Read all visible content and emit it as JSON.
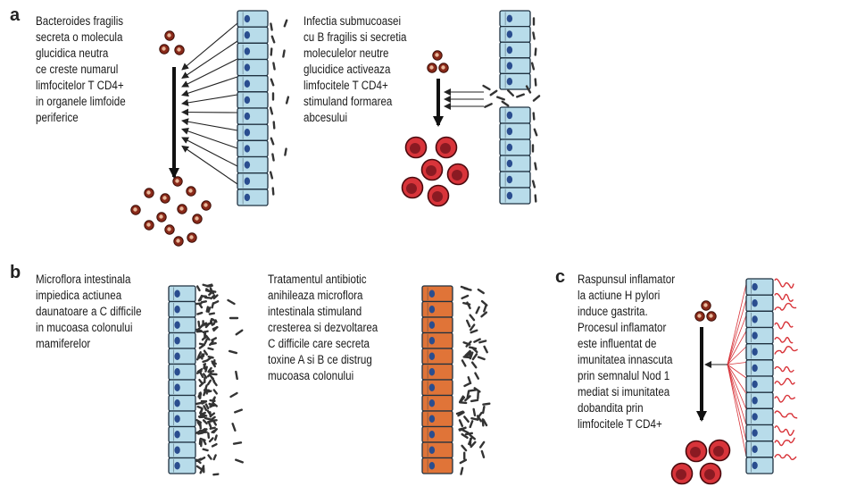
{
  "panels": {
    "a": {
      "label": "a",
      "left_text": [
        "Bacteroides fragilis",
        "secreta o molecula",
        "glucidica neutra",
        "ce creste numarul",
        "limfocitelor T CD4+",
        "in organele limfoide",
        "periferice"
      ],
      "right_text": [
        "Infectia submucoasei",
        "cu B fragilis si secretia",
        "moleculelor neutre",
        "glucidice activeaza",
        "limfocitele T CD4+",
        "stimuland formarea",
        "abcesului"
      ]
    },
    "b": {
      "label": "b",
      "left_text": [
        "Microflora intestinala",
        "impiedica actiunea",
        "daunatoare a C difficile",
        "in mucoasa colonului",
        "mamiferelor"
      ],
      "right_text": [
        "Tratamentul antibiotic",
        "anihileaza microflora",
        "intestinala stimuland",
        "cresterea si dezvoltarea",
        "C difficile care secreta",
        "toxine A si B ce distrug",
        "mucoasa colonului"
      ]
    },
    "c": {
      "label": "c",
      "text": [
        "Raspunsul inflamator",
        "la actiune H pylori",
        "induce gastrita.",
        "Procesul inflamator",
        "este influentat de",
        "imunitatea innascuta",
        "prin semnalul Nod 1",
        "mediat si imunitatea",
        "dobandita prin",
        "limfocitele T CD4+"
      ]
    }
  },
  "colors": {
    "epithelium_blue": "#b8dcea",
    "epithelium_orange": "#e07438",
    "nucleus": "#2a4d8f",
    "lymphocyte": "#8a2a1a",
    "activated_cell": "#d8343a",
    "activated_nucleus": "#8a1a22",
    "bacteria": "#333333",
    "inflammation": "#d8343a"
  }
}
